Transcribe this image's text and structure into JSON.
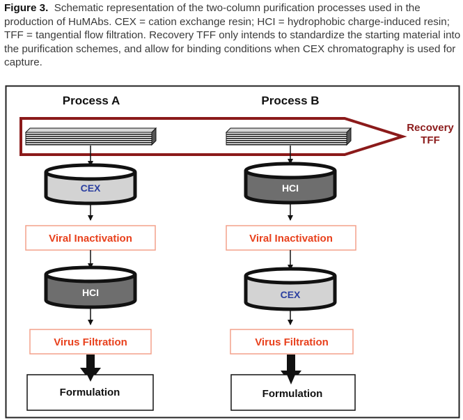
{
  "caption": {
    "figure_label": "Figure 3.",
    "text": "Schematic representation of the two-column purification processes used in the production of HuMAbs. CEX = cation exchange resin; HCI = hydrophobic charge-induced resin; TFF = tangential flow filtration. Recovery TFF only intends to standardize the starting material into the purification schemes, and allow for binding conditions when CEX chromatography is used for capture."
  },
  "recovery_tff": {
    "line1": "Recovery",
    "line2": "TFF"
  },
  "processes": [
    {
      "title": "Process A",
      "column1": "CEX",
      "step1": "Viral Inactivation",
      "column2": "HCI",
      "step2": "Virus Filtration",
      "final": "Formulation"
    },
    {
      "title": "Process B",
      "column1": "HCI",
      "step1": "Viral Inactivation",
      "column2": "CEX",
      "step2": "Virus Filtration",
      "final": "Formulation"
    }
  ],
  "colors": {
    "frame": "#222222",
    "tff_outline": "#8b1a1a",
    "step_box_border": "#f4a08a",
    "step_text": "#e8401c",
    "cex_fill": "#d3d3d3",
    "cex_text": "#2b3fa0",
    "hci_fill": "#6e6e6e",
    "hci_text": "#ffffff"
  }
}
